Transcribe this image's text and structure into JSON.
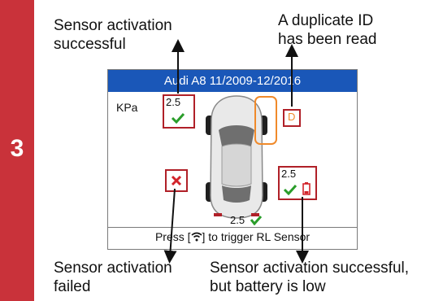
{
  "step": {
    "number": "3"
  },
  "callouts": {
    "success": "Sensor activation\nsuccessful",
    "duplicate": "A duplicate ID\nhas been read",
    "failed": "Sensor activation\nfailed",
    "low_battery": "Sensor activation successful,\nbut battery is low"
  },
  "screen": {
    "title": "Audi A8 11/2009-12/2016",
    "unit": "KPa",
    "prompt_prefix": "Press [",
    "prompt_suffix": "] to trigger RL Sensor",
    "duplicate_marker": "D"
  },
  "sensors": {
    "front_left": {
      "value": "2.5",
      "status": "success"
    },
    "front_right": {
      "value": "",
      "status": "duplicate"
    },
    "rear_left": {
      "value": "",
      "status": "failed"
    },
    "rear_right": {
      "value": "2.5",
      "status": "success-low-battery"
    },
    "rear_left_active": {
      "value": "2.5",
      "status": "success"
    }
  },
  "colors": {
    "step_bar": "#c9323a",
    "title_bar": "#1a57b8",
    "box_border": "#b02028",
    "check": "#2a9d2a",
    "cross": "#d2232a",
    "duplicate_highlight": "#f08a2a"
  },
  "icons": [
    "check-icon",
    "cross-icon",
    "battery-low-icon",
    "wifi-icon",
    "car-top-view-icon",
    "arrow-icon"
  ]
}
